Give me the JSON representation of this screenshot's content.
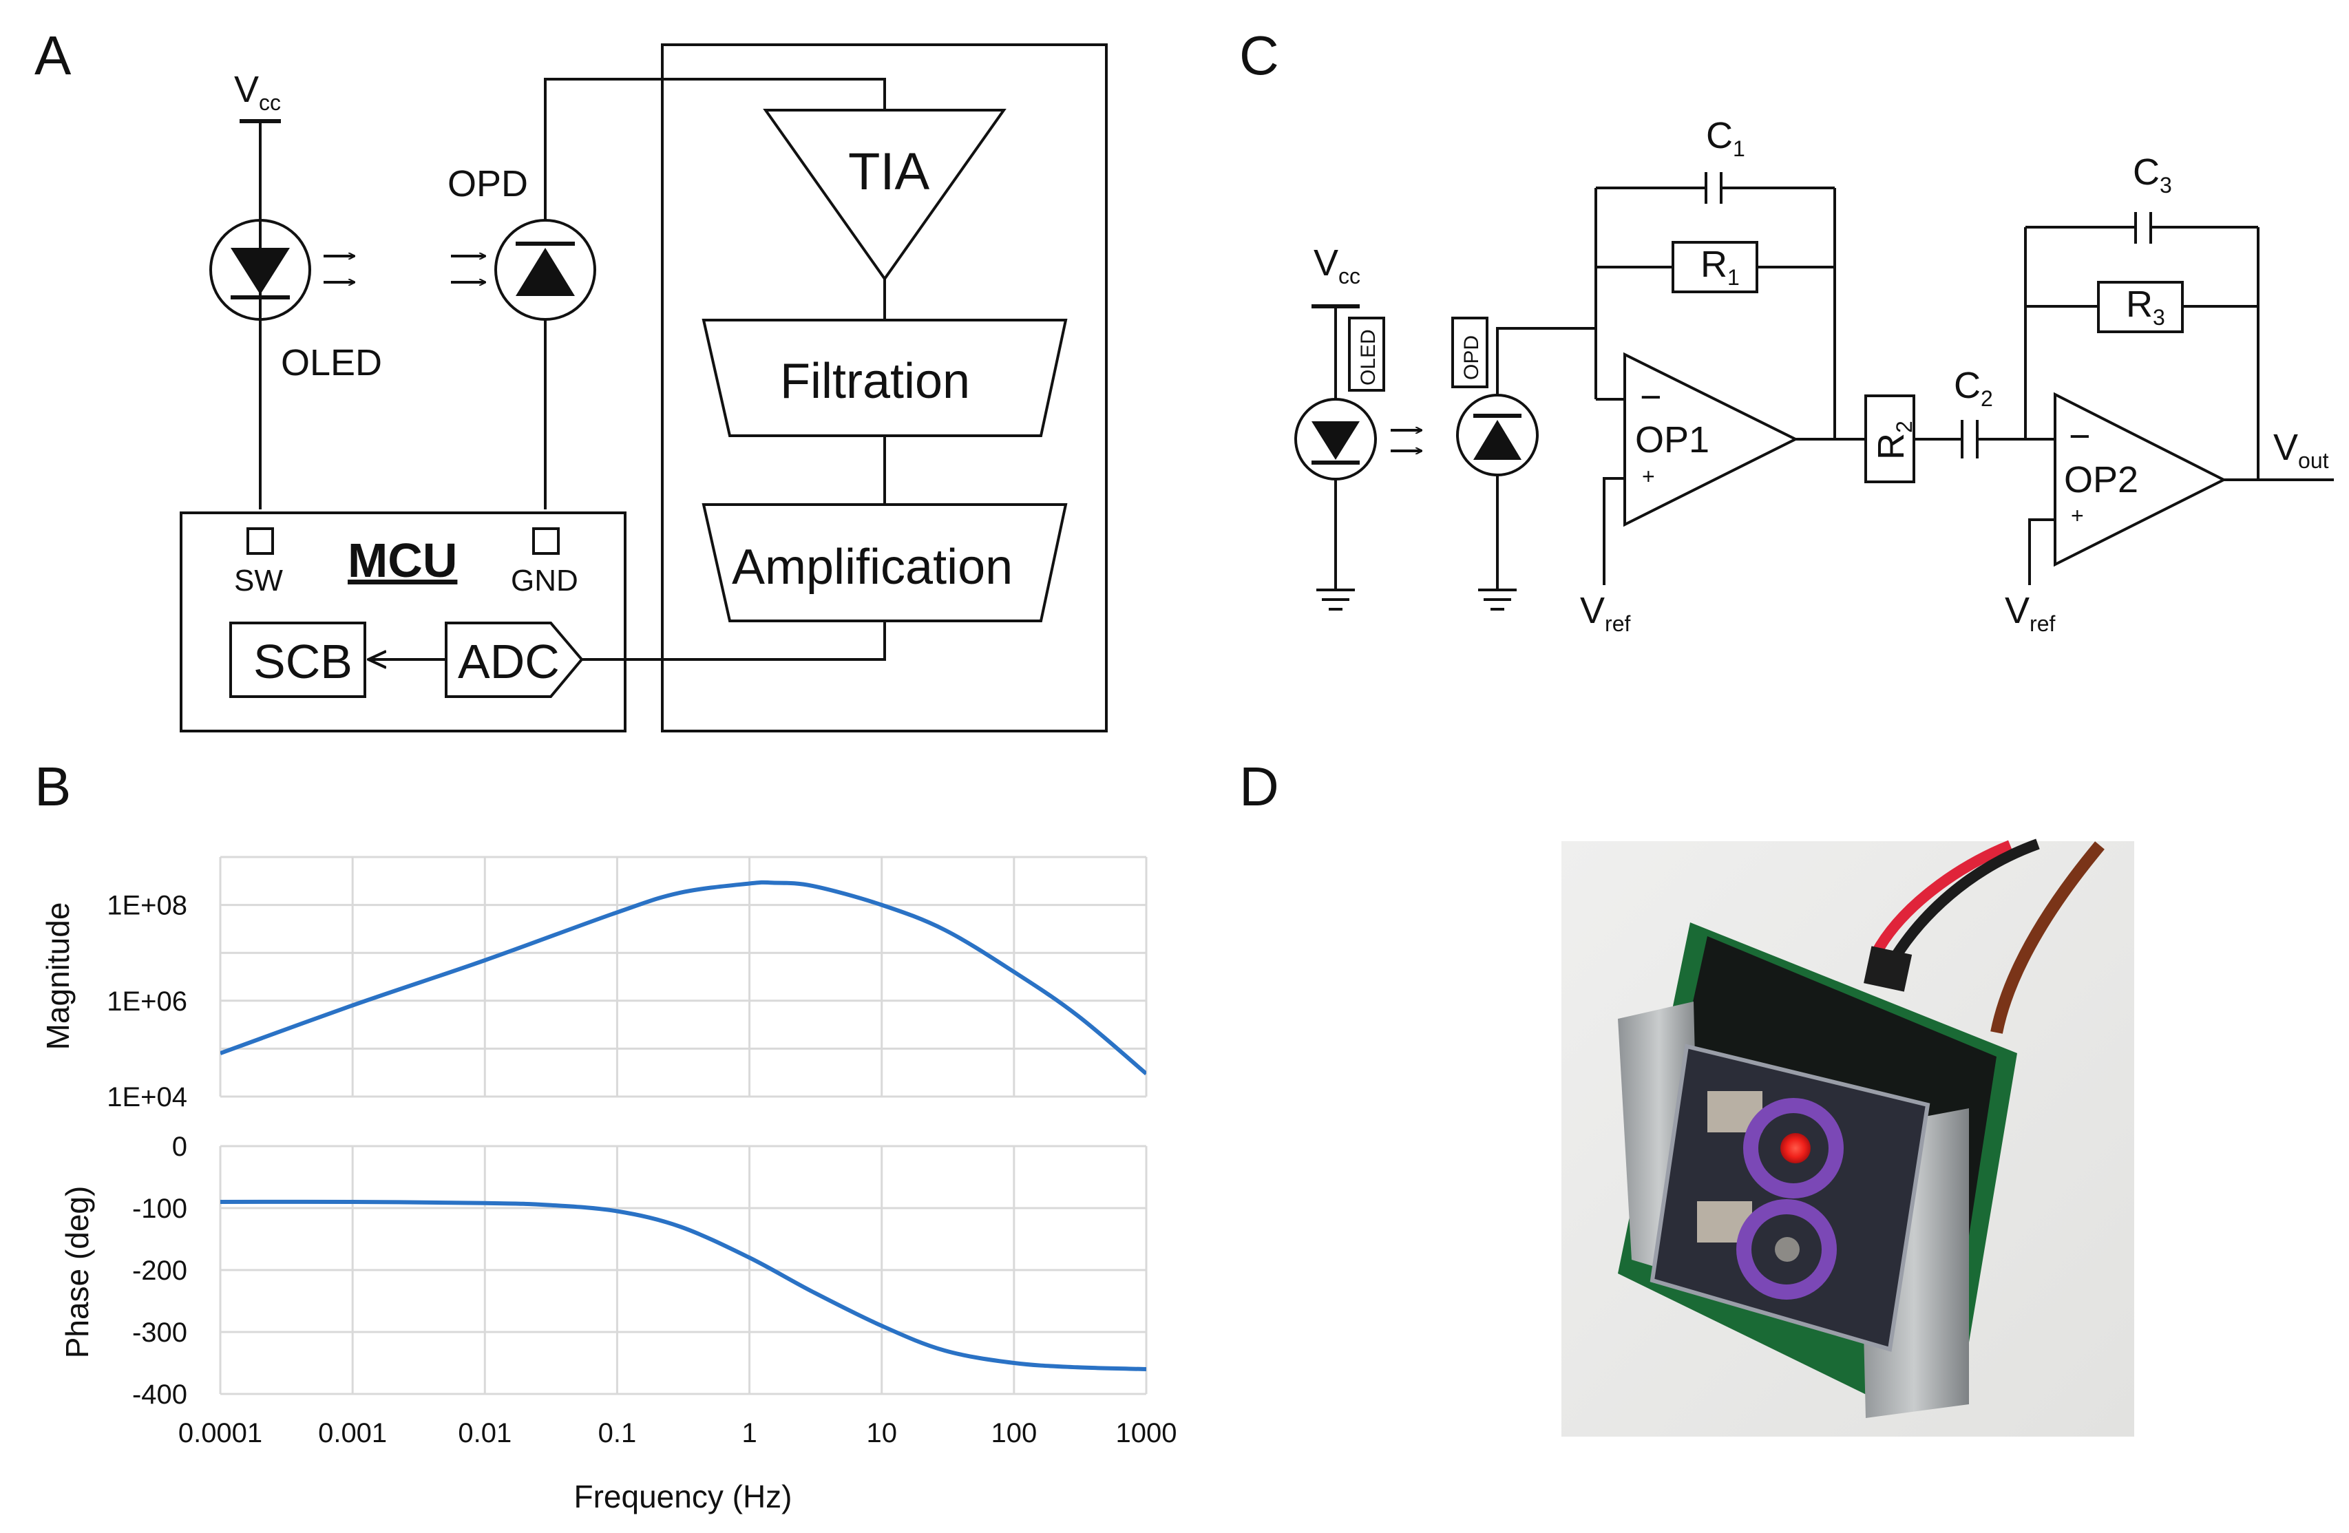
{
  "panels": {
    "a": "A",
    "b": "B",
    "c": "C",
    "d": "D"
  },
  "block_diagram": {
    "vcc": {
      "main": "V",
      "sub": "cc"
    },
    "oled": "OLED",
    "opd": "OPD",
    "mcu": "MCU",
    "sw": "SW",
    "gnd": "GND",
    "scb": "SCB",
    "adc": "ADC",
    "tia": "TIA",
    "filtration": "Filtration",
    "amplification": "Amplification"
  },
  "circuit": {
    "vcc": {
      "main": "V",
      "sub": "cc"
    },
    "oled_tag": "OLED",
    "opd_tag": "OPD",
    "op1": "OP1",
    "op2": "OP2",
    "minus": "−",
    "plus": "+",
    "c1": {
      "main": "C",
      "sub": "1"
    },
    "r1": {
      "main": "R",
      "sub": "1"
    },
    "c2": {
      "main": "C",
      "sub": "2"
    },
    "r2": {
      "main": "R",
      "sub": "2"
    },
    "c3": {
      "main": "C",
      "sub": "3"
    },
    "r3": {
      "main": "R",
      "sub": "3"
    },
    "vref1": {
      "main": "V",
      "sub": "ref"
    },
    "vref2": {
      "main": "V",
      "sub": "ref"
    },
    "vout": {
      "main": "V",
      "sub": "out"
    }
  },
  "chart_data": [
    {
      "type": "line",
      "panel": "B (top)",
      "ylabel": "Magnitude",
      "x_scale": "log",
      "y_scale": "log",
      "xlim": [
        0.0001,
        1000
      ],
      "ylim": [
        10000,
        1000000000
      ],
      "yticks": [
        "1E+08",
        "1E+06",
        "1E+04"
      ],
      "x": [
        0.0001,
        0.001,
        0.01,
        0.1,
        0.3,
        1,
        1.5,
        3,
        10,
        30,
        100,
        300,
        1000
      ],
      "values": [
        80000,
        800000,
        7000000,
        70000000,
        180000000,
        280000000,
        290000000,
        250000000,
        100000000,
        30000000,
        4000000,
        500000,
        30000
      ],
      "grid": true
    },
    {
      "type": "line",
      "panel": "B (bottom)",
      "ylabel": "Phase (deg)",
      "xlabel": "Frequency (Hz)",
      "x_scale": "log",
      "xlim": [
        0.0001,
        1000
      ],
      "ylim": [
        -400,
        0
      ],
      "yticks": [
        "0",
        "-100",
        "-200",
        "-300",
        "-400"
      ],
      "xticks": [
        "0.0001",
        "0.001",
        "0.01",
        "0.1",
        "1",
        "10",
        "100",
        "1000"
      ],
      "x": [
        0.0001,
        0.001,
        0.01,
        0.03,
        0.1,
        0.3,
        1,
        3,
        10,
        30,
        100,
        300,
        1000
      ],
      "values": [
        -90,
        -90,
        -92,
        -95,
        -105,
        -130,
        -180,
        -235,
        -290,
        -330,
        -350,
        -357,
        -360
      ],
      "grid": true
    }
  ]
}
